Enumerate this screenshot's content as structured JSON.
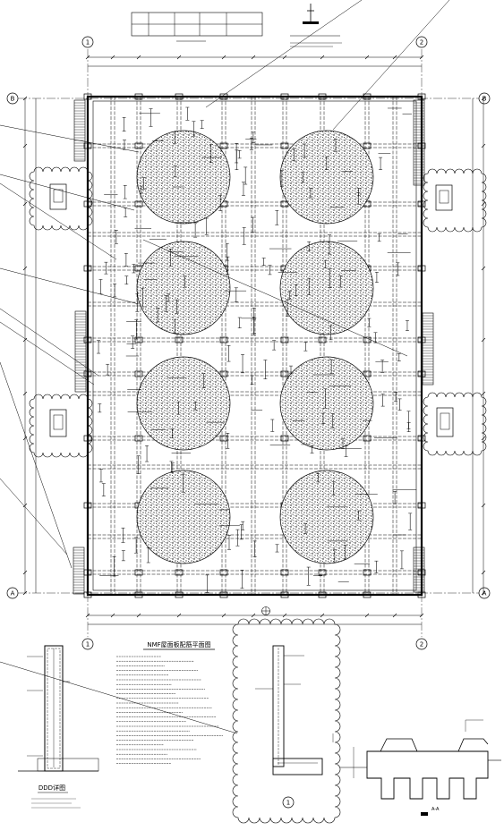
{
  "title_block": {
    "plan_title": "NMF屋面板配筋平面图",
    "detail_label": "DDD详图",
    "section_label": "A-A",
    "section_bubble": "1"
  },
  "grid": {
    "cols": [
      "1",
      "2"
    ],
    "rows": [
      "B",
      "A"
    ]
  },
  "legend_table": {
    "cells": [
      "",
      "",
      "",
      "",
      "",
      ""
    ]
  }
}
